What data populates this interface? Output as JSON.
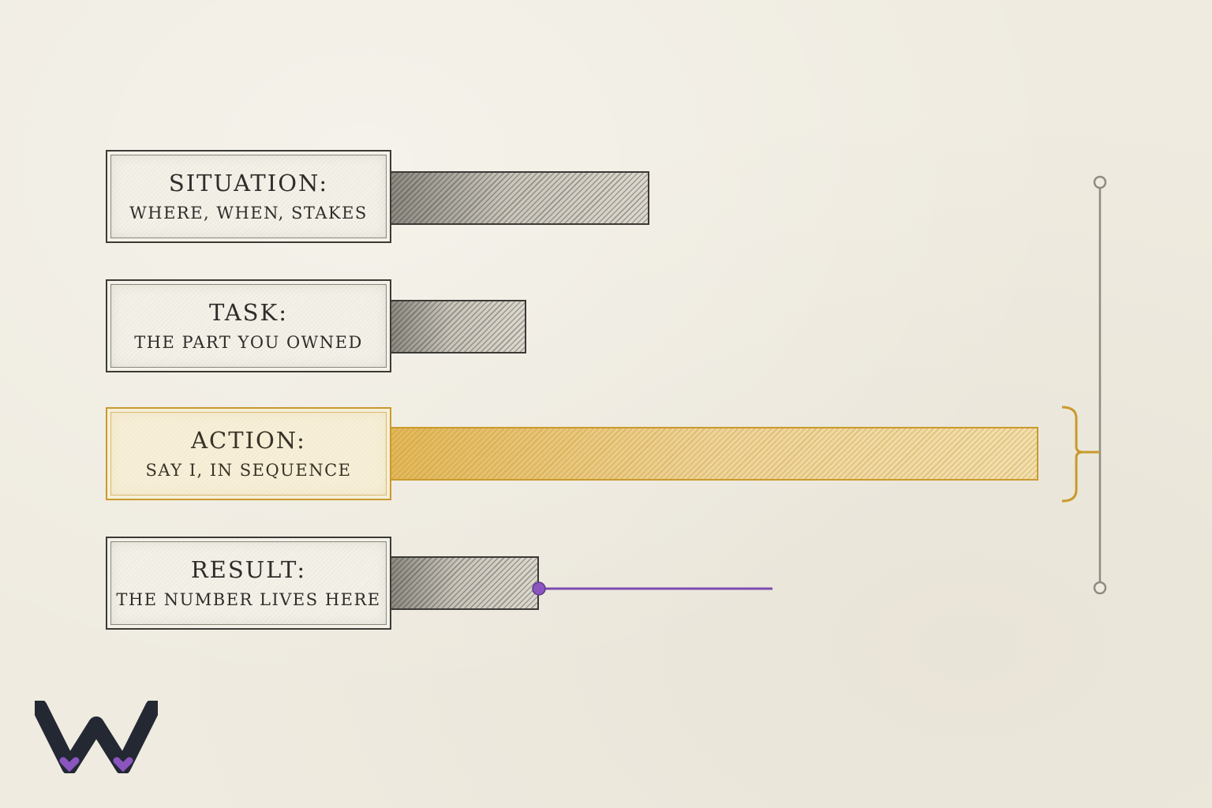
{
  "stages": [
    {
      "id": "situation",
      "title": "SITUATION:",
      "subtitle": "WHERE, WHEN, STAKES",
      "relative_length": 0.4,
      "highlighted": false
    },
    {
      "id": "task",
      "title": "TASK:",
      "subtitle": "THE PART YOU OWNED",
      "relative_length": 0.21,
      "highlighted": false
    },
    {
      "id": "action",
      "title": "ACTION:",
      "subtitle": "SAY I, IN SEQUENCE",
      "relative_length": 1.0,
      "highlighted": true
    },
    {
      "id": "result",
      "title": "RESULT:",
      "subtitle": "THE NUMBER LIVES HERE",
      "relative_length": 0.23,
      "highlighted": false
    }
  ],
  "result_marker": {
    "extension_relative_length": 0.36
  },
  "logo": {
    "icon": "w-logo-icon"
  },
  "colors": {
    "background": "#efebe0",
    "ink": "#3b3a36",
    "highlight": "#c99a2e",
    "accent": "#7b4bb0",
    "logo_dark": "#232833"
  }
}
